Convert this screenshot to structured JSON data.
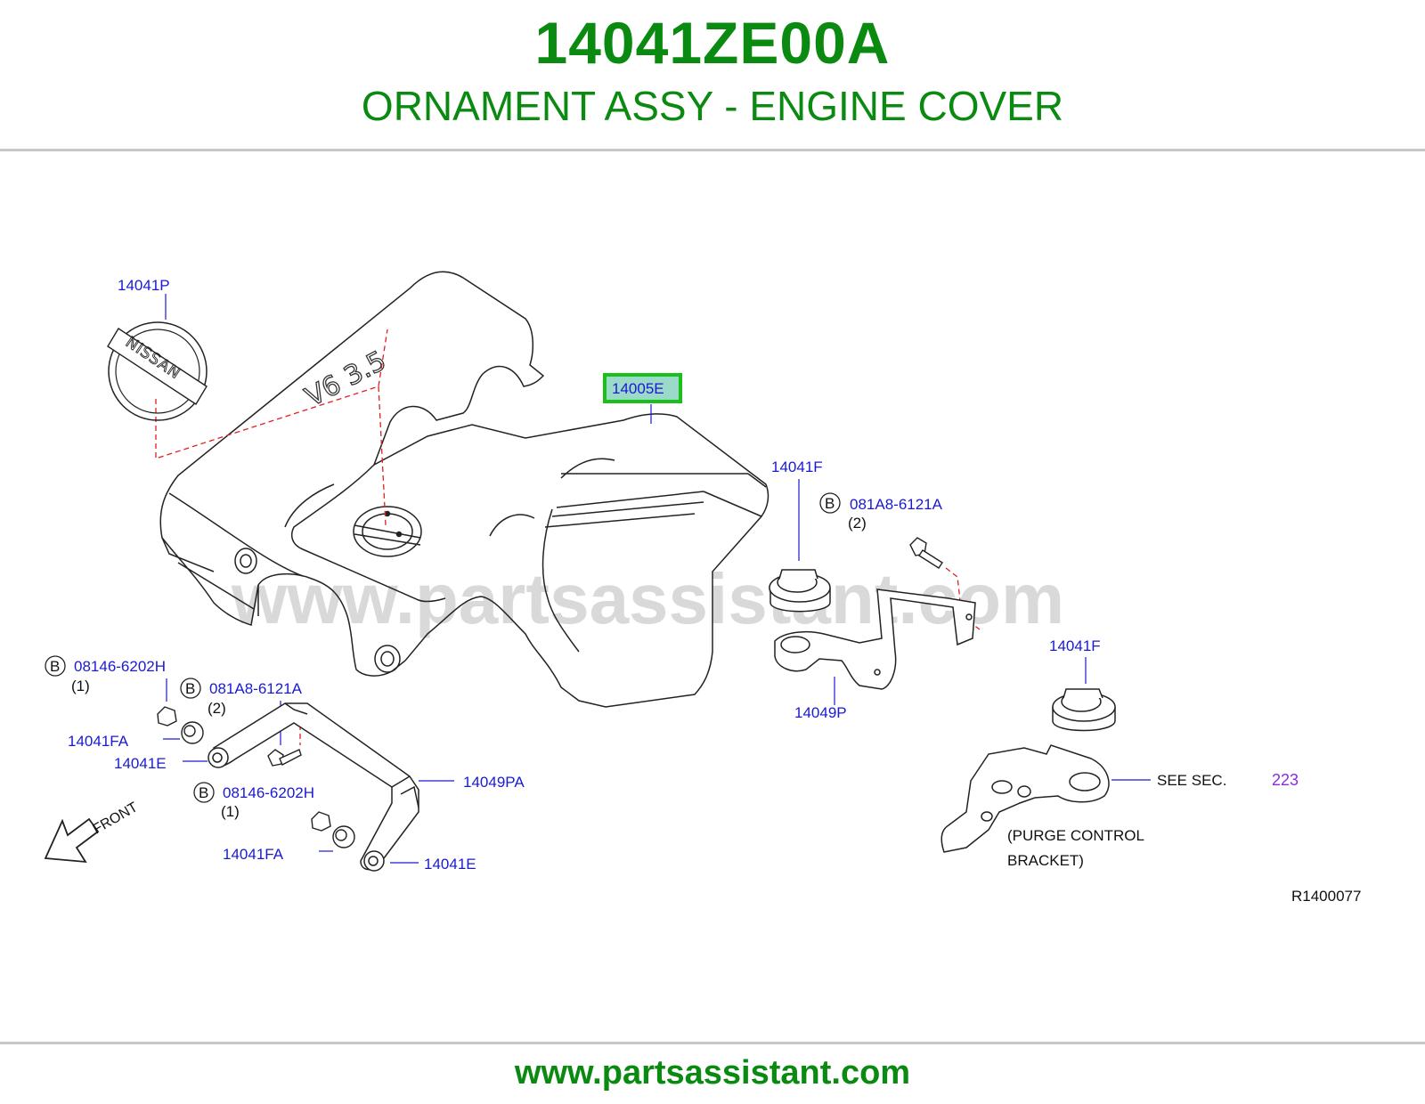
{
  "header": {
    "part_number": "14041ZE00A",
    "description": "ORNAMENT ASSY - ENGINE COVER"
  },
  "watermark": "www.partsassistant.com",
  "footer": {
    "url": "www.partsassistant.com"
  },
  "colors": {
    "title_green": "#0b8a12",
    "label_blue": "#1a1ad0",
    "highlight_green": "#19c019",
    "highlight_fill": "#9bd9c8",
    "section_purple": "#8a2be2",
    "dash_red": "#e02020",
    "rule_gray": "#c8c8c8"
  },
  "diagram": {
    "callouts": {
      "emblem": "14041P",
      "cover": "14005E",
      "grommet_upper": "14041F",
      "bolt_b1": "081A8-6121A",
      "bolt_b1_qty": "(2)",
      "bracket_right": "14049P",
      "grommet_lower": "14041F",
      "see_sec": "SEE   SEC.",
      "sec_no": "223",
      "purge_line1": "(PURGE   CONTROL",
      "purge_line2": "BRACKET)",
      "ref_code": "R1400077",
      "left_bolt1": "08146-6202H",
      "left_bolt1_qty": "(1)",
      "left_bolt2": "081A8-6121A",
      "left_bolt2_qty": "(2)",
      "left_fa1": "14041FA",
      "left_e1": "14041E",
      "left_bracket": "14049PA",
      "left_bolt3": "08146-6202H",
      "left_bolt3_qty": "(1)",
      "left_fa2": "14041FA",
      "left_e2": "14041E",
      "front": "FRONT",
      "b_marker": "B"
    },
    "emblem_text": "NISSAN",
    "cover_text": "V6 3.5"
  }
}
